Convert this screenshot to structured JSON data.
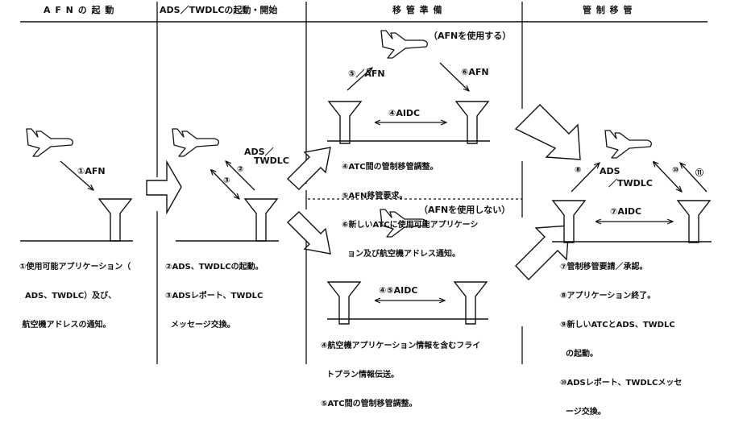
{
  "headers": {
    "col1": "A F N の 起 動",
    "col2": "ADS／TWDLCの起動・開始",
    "col3": "移 管 準 備",
    "col4": "管 制 移 管"
  },
  "col1": {
    "link_label": "①AFN",
    "notes": [
      "①使用可能アプリケーション（",
      "  ADS、TWDLC）及び、",
      " 航空機アドレスの通知。"
    ]
  },
  "col2": {
    "link_label_line1": "ADS／",
    "link_label_line2": "TWDLC",
    "step2": "②",
    "step3": "③",
    "notes": [
      "②ADS、TWDLCの起動。",
      "③ADSレポート、TWDLC",
      "  メッセージ交換。"
    ]
  },
  "col3_upper": {
    "case_label": "（AFNを使用する）",
    "up_link": "⑤／AFN",
    "down_link": "⑥AFN",
    "aidc_label": "④AIDC",
    "notes": [
      "④ATC間の管制移管調整。",
      "⑤AFN移管要求。",
      "⑥新しいATCに使用可能アプリケーシ",
      "  ョン及び航空機アドレス通知。"
    ]
  },
  "col3_lower": {
    "case_label": "（AFNを使用しない）",
    "aidc_label": "④⑤AIDC",
    "notes": [
      "④航空機アプリケーション情報を含むフライ",
      "  トプラン情報伝送。",
      "⑤ATC間の管制移管調整。"
    ]
  },
  "col4": {
    "step8": "⑧",
    "step10": "⑩",
    "step11": "⑪",
    "link_label_line1": "ADS",
    "link_label_line2": "／TWDLC",
    "aidc_label": "⑦AIDC",
    "notes": [
      "⑦管制移管要請／承認。",
      "⑧アプリケーション終了。",
      "⑨新しいATCとADS、TWDLC",
      "  の起動。",
      "⑩ADSレポート、TWDLCメッセ",
      "  ージ交換。"
    ]
  },
  "colors": {
    "ink": "#111111",
    "paper": "#ffffff"
  }
}
